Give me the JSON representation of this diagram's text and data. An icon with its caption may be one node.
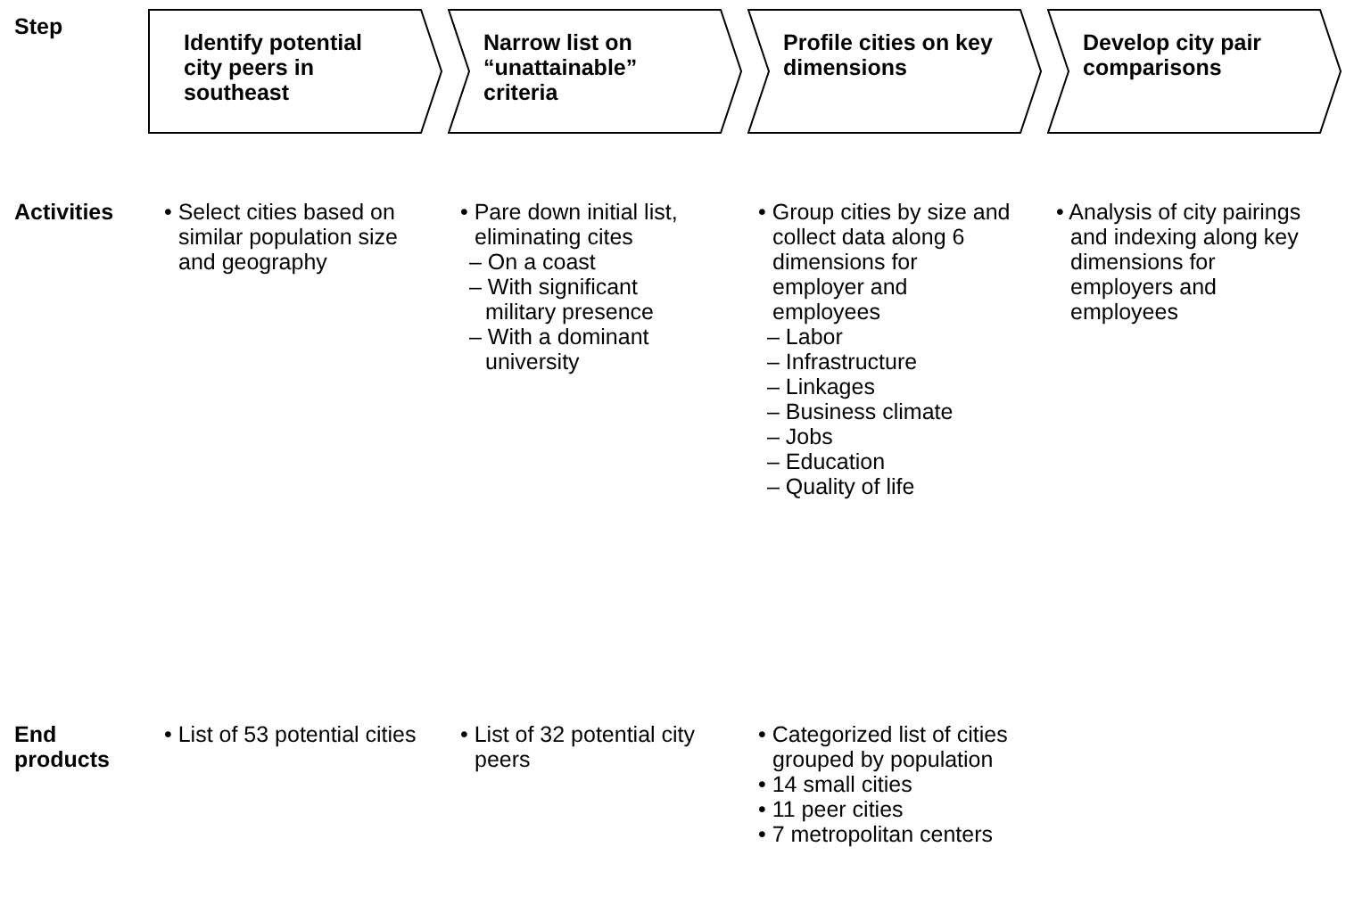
{
  "diagram": {
    "nodes": [
      {
        "text": [
          "Identify potential city peers in southeast"
        ]
      },
      {
        "text": [
          "Narrow list on “unattainable” criteria"
        ]
      },
      {
        "text": [
          "Profile cities on key dimensions"
        ]
      },
      {
        "text": [
          "Develop city pair comparisons"
        ]
      }
    ],
    "edges": [],
    "labels": [
      "Step",
      "Activities",
      "• Select cities based on similar population size and geography",
      "• Pare down initial list, eliminating cites",
      "– On a coast",
      "– With significant military presence",
      "– With a dominant university",
      "• Group cities by size and collect data along 6 dimensions for employer and employees",
      "– Labor",
      "– Infrastructure",
      "– Linkages",
      "– Business climate",
      "– Jobs",
      "– Education",
      "– Quality of life",
      "• Analysis of city pairings and indexing along key dimensions for employers and employees",
      "End products",
      "• List of 53 potential cities",
      "• List of 32 potential city peers",
      "• Categorized list of cities grouped by population",
      "• 14 small cities",
      "• 11 peer cities",
      "• 7 metropolitan centers"
    ]
  }
}
